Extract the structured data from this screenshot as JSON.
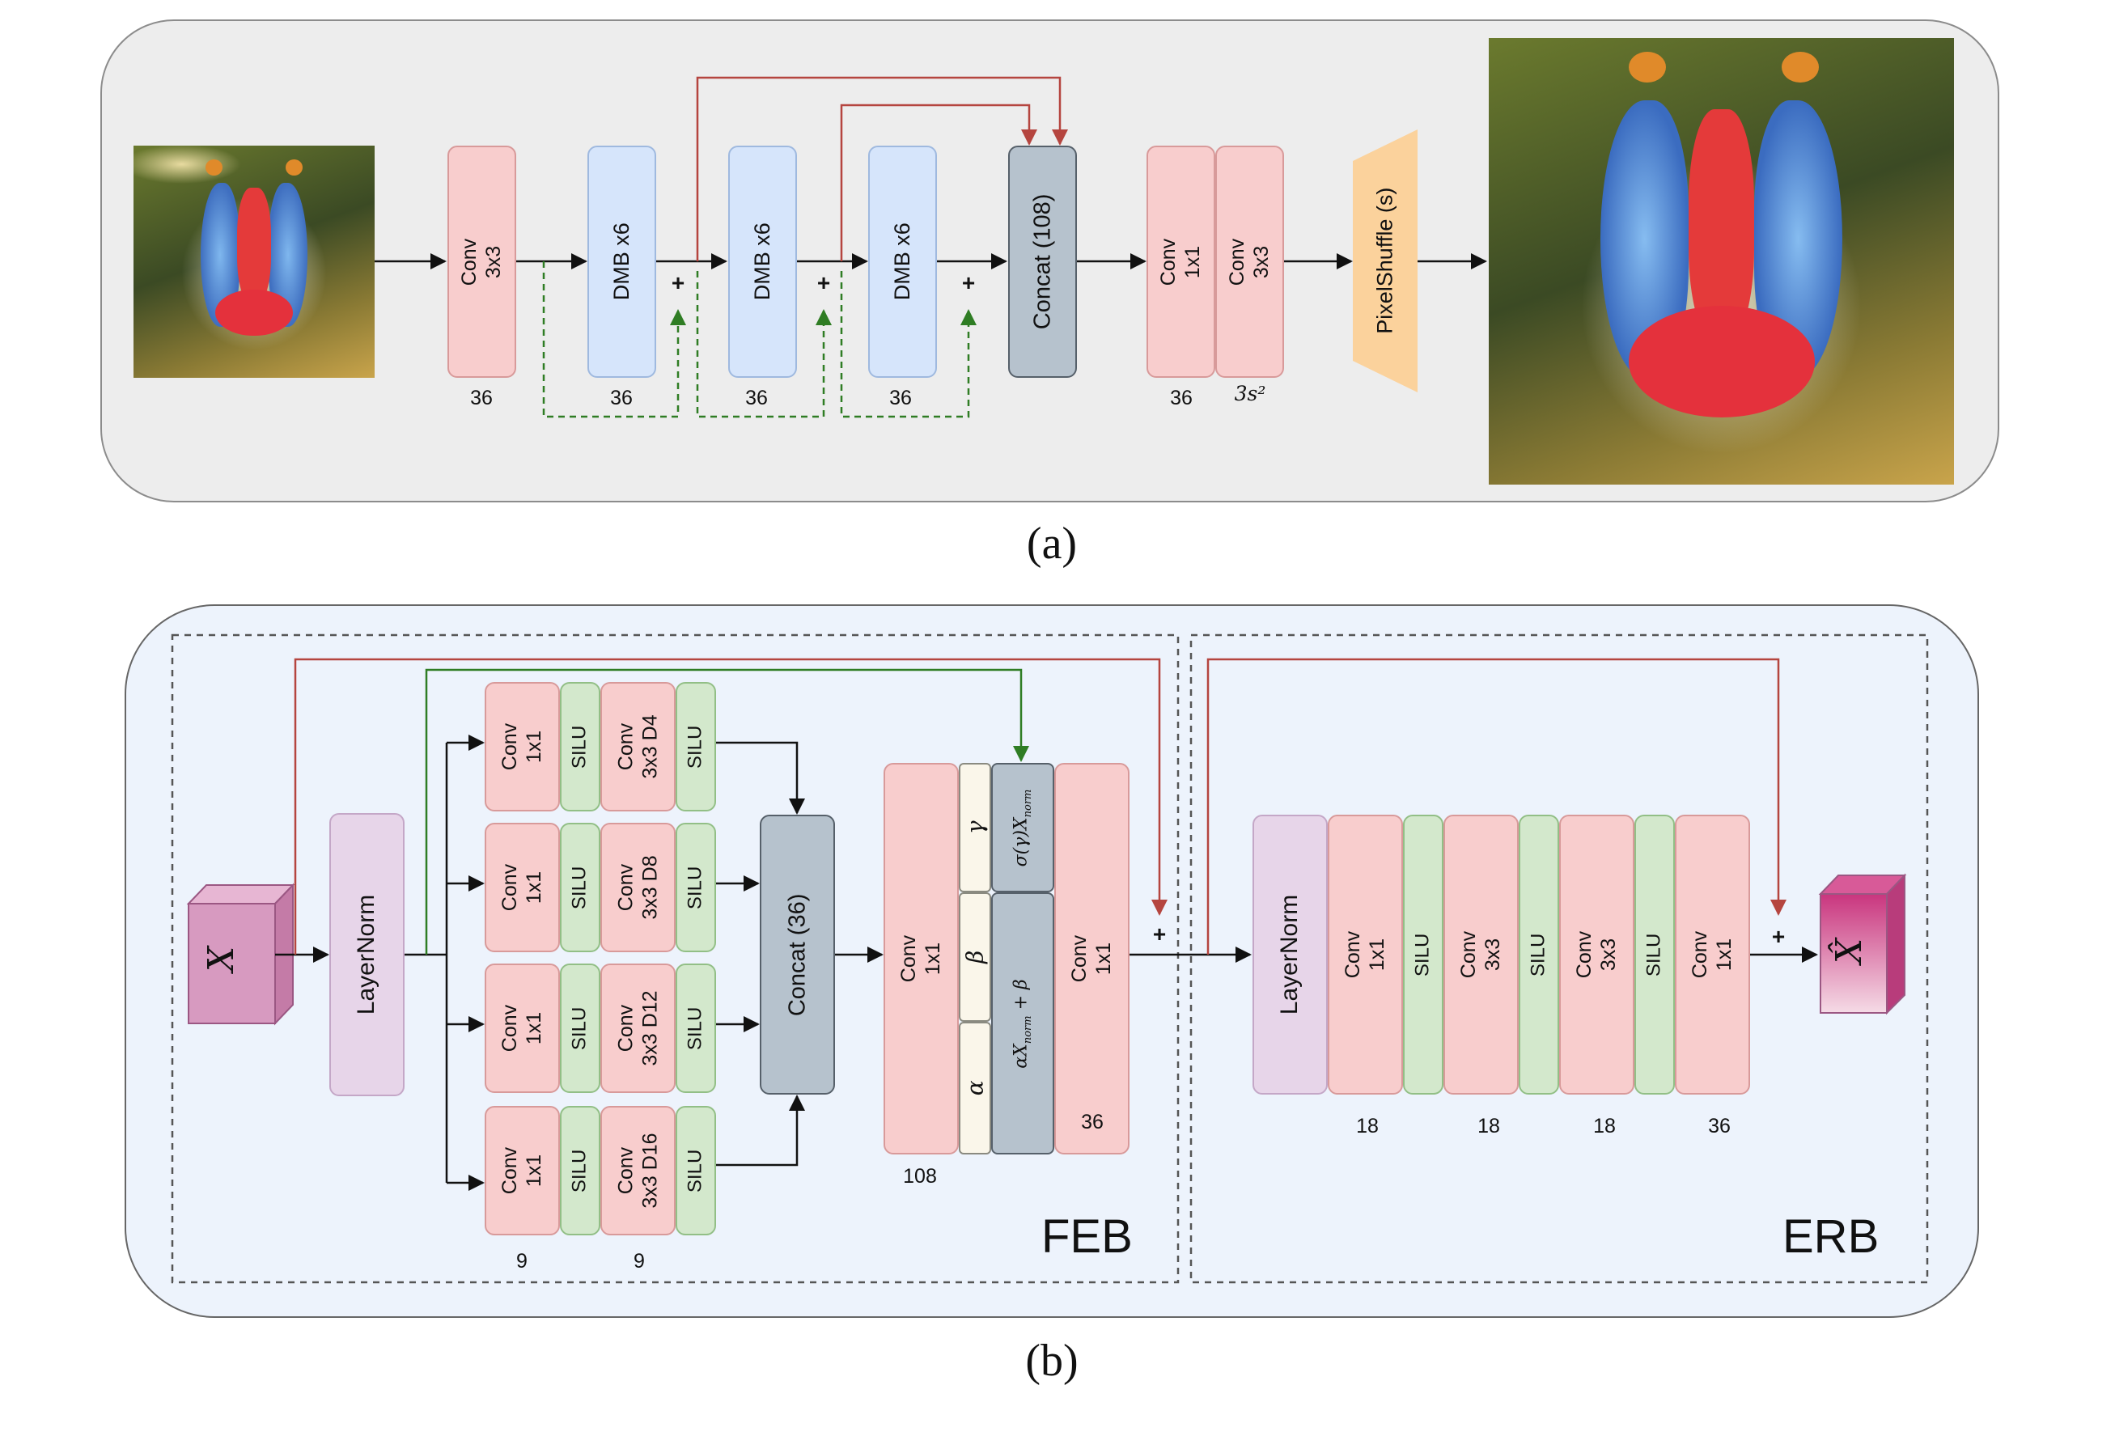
{
  "panel_a": {
    "caption": "(a)",
    "conv1": {
      "line1": "Conv",
      "line2": "3x3",
      "channels": "36"
    },
    "dmb1": {
      "label": "DMB x6",
      "channels": "36"
    },
    "dmb2": {
      "label": "DMB x6",
      "channels": "36"
    },
    "dmb3": {
      "label": "DMB x6",
      "channels": "36"
    },
    "concat": {
      "label": "Concat (108)"
    },
    "conv2": {
      "line1": "Conv",
      "line2": "1x1",
      "channels": "36"
    },
    "conv3": {
      "line1": "Conv",
      "line2": "3x3",
      "channels": "3s²"
    },
    "pixelshuffle": {
      "label": "PixelShuffle (s)"
    },
    "plus": "+"
  },
  "panel_b": {
    "caption": "(b)",
    "input": "X",
    "output": "X̂",
    "feb": {
      "title": "FEB",
      "layernorm": "LayerNorm",
      "rows": [
        {
          "conv_l1": "Conv",
          "conv_l2": "1x1",
          "silu": "SILU",
          "dconv_l1": "Conv",
          "dconv_l2": "3x3 D4"
        },
        {
          "conv_l1": "Conv",
          "conv_l2": "1x1",
          "silu": "SILU",
          "dconv_l1": "Conv",
          "dconv_l2": "3x3 D8"
        },
        {
          "conv_l1": "Conv",
          "conv_l2": "1x1",
          "silu": "SILU",
          "dconv_l1": "Conv",
          "dconv_l2": "3x3 D12"
        },
        {
          "conv_l1": "Conv",
          "conv_l2": "1x1",
          "silu": "SILU",
          "dconv_l1": "Conv",
          "dconv_l2": "3x3 D16"
        }
      ],
      "ch_conv": "9",
      "ch_dconv": "9",
      "concat": "Concat (36)",
      "conv_big": {
        "line1": "Conv",
        "line2": "1x1",
        "channels": "108"
      },
      "gamma": "γ",
      "beta": "β",
      "alpha": "α",
      "sigma_expr": "σ(γ)X",
      "sigma_sub": "norm",
      "affine_expr_a": "αX",
      "affine_sub": "norm",
      "affine_expr_b": " + β",
      "conv_out": {
        "line1": "Conv",
        "line2": "1x1",
        "channels": "36"
      }
    },
    "erb": {
      "title": "ERB",
      "layernorm": "LayerNorm",
      "convs": [
        {
          "line1": "Conv",
          "line2": "1x1",
          "channels": "18"
        },
        {
          "line1": "Conv",
          "line2": "3x3",
          "channels": "18"
        },
        {
          "line1": "Conv",
          "line2": "3x3",
          "channels": "18"
        },
        {
          "line1": "Conv",
          "line2": "1x1",
          "channels": "36"
        }
      ],
      "silu": "SILU"
    },
    "plus": "+"
  },
  "colors": {
    "conv": "#f8cdcd",
    "dmb": "#d6e5fb",
    "concat": "#b6c2cd",
    "silu": "#d3e8cc",
    "layernorm": "#e7d5e9",
    "pixelshuffle": "#fbd29c",
    "skip_red": "#b5453f",
    "skip_green": "#2f7d24",
    "residual_dashed": "#2f7d24",
    "panel_a_bg": "#ededed",
    "panel_b_bg": "#edf3fc"
  }
}
